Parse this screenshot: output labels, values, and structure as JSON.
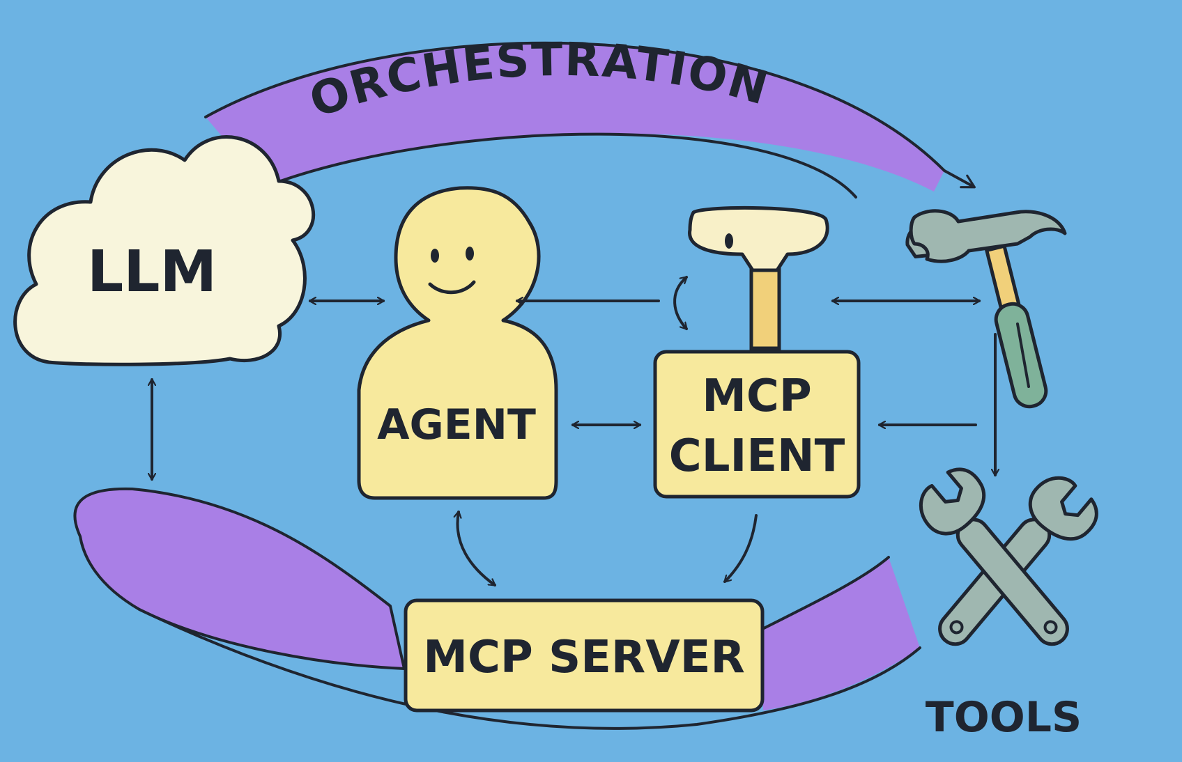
{
  "diagram": {
    "orchestration_label": "ORCHESTRATION",
    "llm_label": "LLM",
    "agent_label": "AGENT",
    "mcp_client_label_line1": "MCP",
    "mcp_client_label_line2": "CLIENT",
    "mcp_server_label": "MCP SERVER",
    "tools_label": "TOOLS"
  },
  "colors": {
    "background": "#6cb3e3",
    "band": "#a97fe6",
    "node_fill": "#f7e99d",
    "cloud_fill": "#f8f5dc",
    "outline": "#1f2530",
    "tool_metal": "#9fb7b0",
    "tool_handle": "#7fb29a",
    "tool_wood": "#f1d07a"
  },
  "icons": [
    "cloud-icon",
    "person-icon",
    "plug-icon",
    "wrench-hammer-icon",
    "crossed-wrenches-icon"
  ]
}
